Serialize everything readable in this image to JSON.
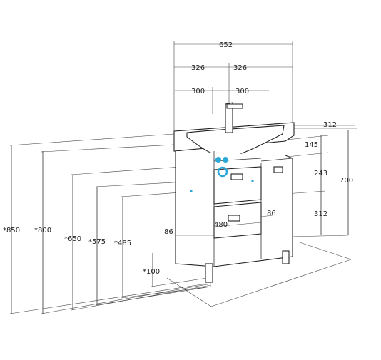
{
  "dimensions": {
    "total_width": "652",
    "half_left": "326",
    "half_right": "326",
    "inner_left": "300",
    "inner_right": "300",
    "depth_top": "312",
    "sink_height": "145",
    "drawer_top": "243",
    "overall_height": "700",
    "lower_depth": "312",
    "drawer_gap": "86",
    "drawer_width": "480",
    "side_gap": "86",
    "h850": "*850",
    "h800": "*800",
    "h650": "*650",
    "h575": "*575",
    "h485": "*485",
    "h100": "*100"
  },
  "colors": {
    "line": "#333333",
    "accent": "#29a8d8"
  }
}
